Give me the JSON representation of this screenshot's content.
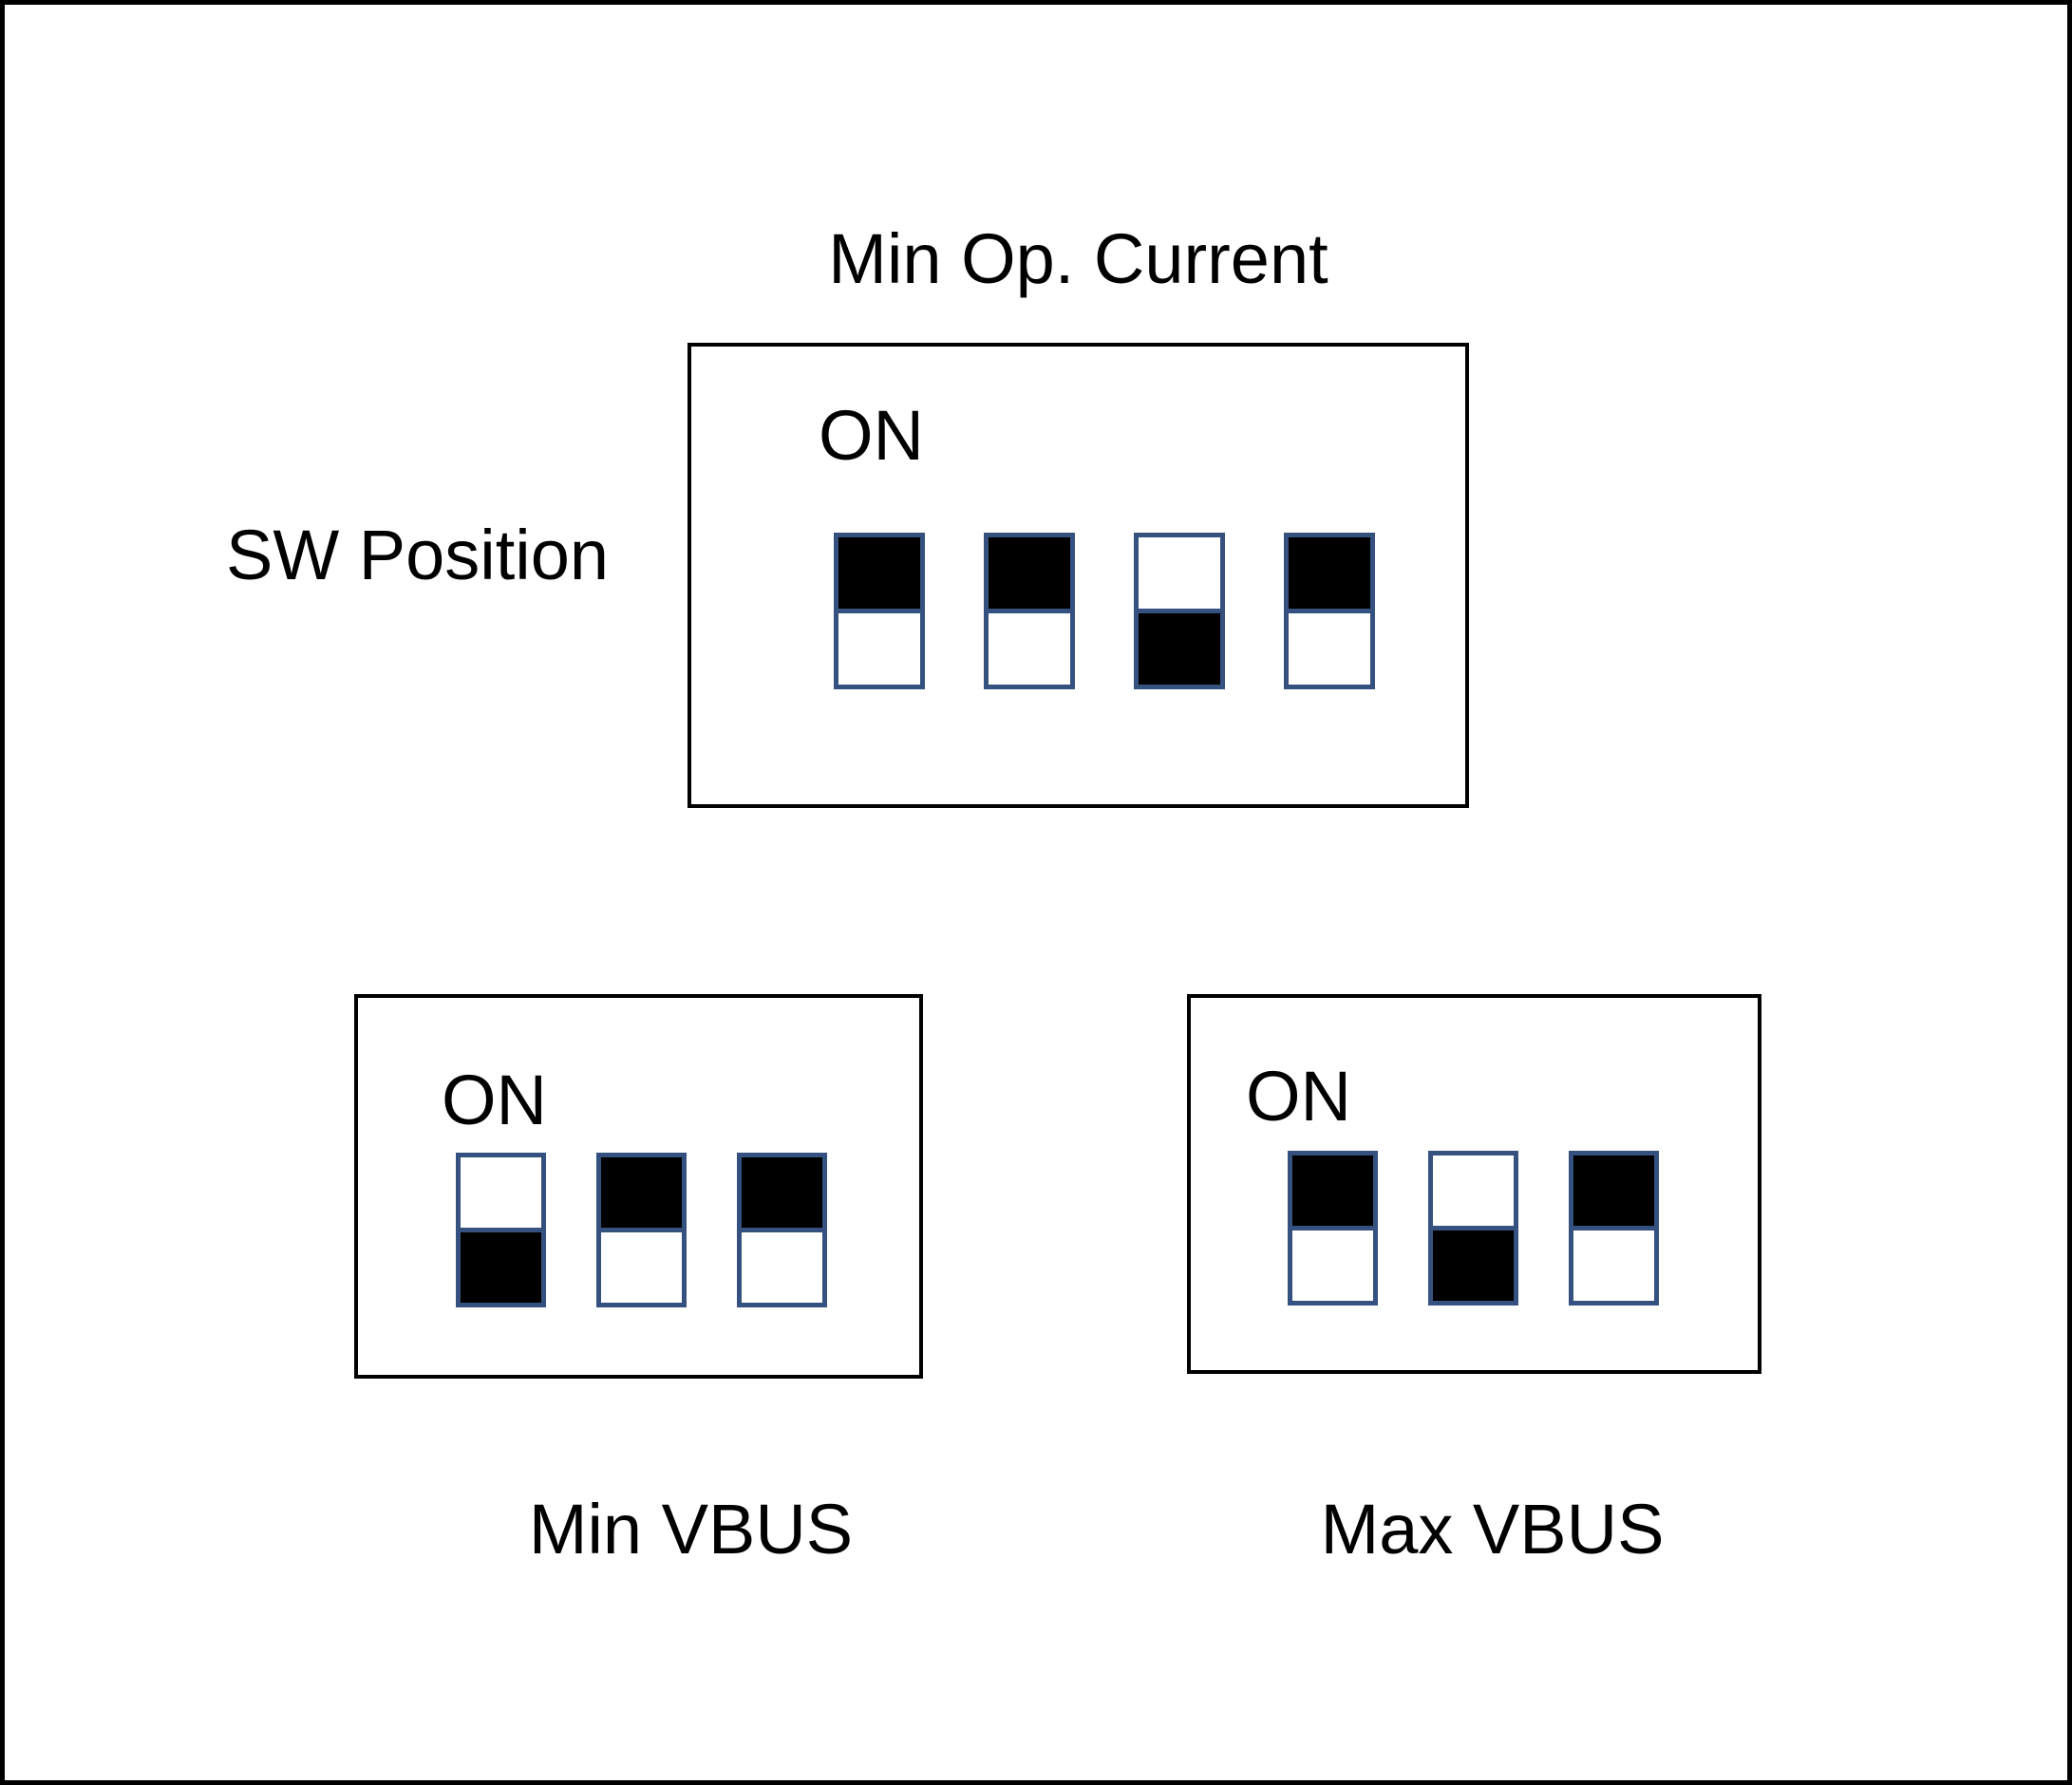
{
  "figure": {
    "title": "Min Op. Current",
    "side_label": "SW Position",
    "caption_min_vbus": "Min VBUS",
    "caption_max_vbus": "Max VBUS"
  },
  "colors": {
    "background": "#ffffff",
    "page_border": "#000000",
    "box_border": "#000000",
    "switch_border": "#35517f",
    "switch_on_fill": "#000000",
    "switch_off_fill": "#ffffff",
    "text": "#000000"
  },
  "switch_banks": {
    "min_op_current": {
      "on_label": "ON",
      "switches": [
        "on",
        "on",
        "off",
        "on"
      ]
    },
    "min_vbus": {
      "on_label": "ON",
      "switches": [
        "off",
        "on",
        "on"
      ]
    },
    "max_vbus": {
      "on_label": "ON",
      "switches": [
        "on",
        "off",
        "on"
      ]
    }
  }
}
